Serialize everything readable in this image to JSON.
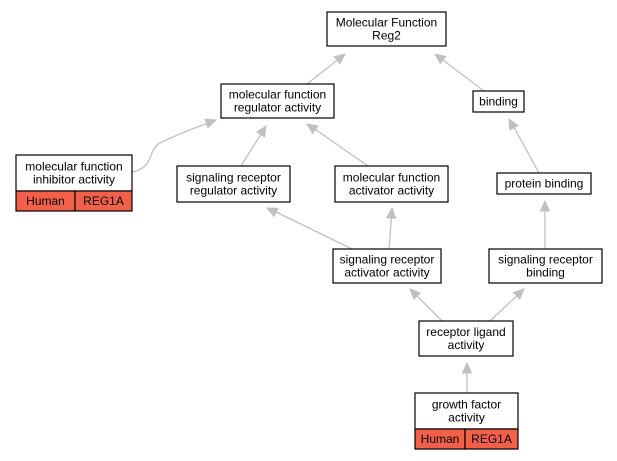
{
  "colors": {
    "annotation_fill": "#f26049",
    "edge": "#c0c0c0",
    "node_border": "#000000"
  },
  "nodes": {
    "root": {
      "lines": [
        "Molecular Function",
        "Reg2"
      ]
    },
    "mf_regulator": {
      "lines": [
        "molecular function",
        "regulator activity"
      ]
    },
    "binding": {
      "lines": [
        "binding"
      ]
    },
    "mf_inhibitor": {
      "lines": [
        "molecular function",
        "inhibitor activity"
      ],
      "annotation": [
        "Human",
        "REG1A"
      ]
    },
    "sr_regulator": {
      "lines": [
        "signaling receptor",
        "regulator activity"
      ]
    },
    "mf_activator": {
      "lines": [
        "molecular function",
        "activator activity"
      ]
    },
    "protein_binding": {
      "lines": [
        "protein binding"
      ]
    },
    "sr_activator": {
      "lines": [
        "signaling receptor",
        "activator activity"
      ]
    },
    "sr_binding": {
      "lines": [
        "signaling receptor",
        "binding"
      ]
    },
    "receptor_ligand": {
      "lines": [
        "receptor ligand",
        "activity"
      ]
    },
    "growth_factor": {
      "lines": [
        "growth factor",
        "activity"
      ],
      "annotation": [
        "Human",
        "REG1A"
      ]
    }
  },
  "edges": [
    {
      "from": "mf_regulator",
      "to": "root"
    },
    {
      "from": "binding",
      "to": "root"
    },
    {
      "from": "mf_inhibitor",
      "to": "mf_regulator"
    },
    {
      "from": "sr_regulator",
      "to": "mf_regulator"
    },
    {
      "from": "mf_activator",
      "to": "mf_regulator"
    },
    {
      "from": "protein_binding",
      "to": "binding"
    },
    {
      "from": "sr_activator",
      "to": "sr_regulator"
    },
    {
      "from": "sr_activator",
      "to": "mf_activator"
    },
    {
      "from": "sr_binding",
      "to": "protein_binding"
    },
    {
      "from": "receptor_ligand",
      "to": "sr_activator"
    },
    {
      "from": "receptor_ligand",
      "to": "sr_binding"
    },
    {
      "from": "growth_factor",
      "to": "receptor_ligand"
    }
  ]
}
